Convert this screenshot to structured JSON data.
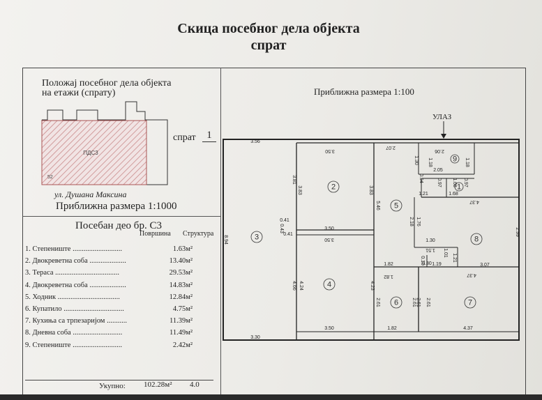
{
  "title": {
    "line1": "Скица посебног дела објекта",
    "line2": "спрат"
  },
  "location": {
    "line1": "Положај посебног дела објекта",
    "line2": "на етажи (спрату)",
    "part_label": "ПДС3",
    "corner_num": "52",
    "street": "ул. Душана Максина",
    "scale": "Приближна размера 1:1000"
  },
  "floor": {
    "label": "спрат",
    "value": "1"
  },
  "part": {
    "heading": "Посебан део бр. С3",
    "col_area": "Површина",
    "col_structure": "Структура",
    "rooms": [
      {
        "name": "1. Степениште ...........................",
        "area": "1.63м²"
      },
      {
        "name": "2. Двокреветна соба ....................",
        "area": "13.40м²"
      },
      {
        "name": "3. Тераса ...................................",
        "area": "29.53м²"
      },
      {
        "name": "4. Двокреветна соба ....................",
        "area": "14.83м²"
      },
      {
        "name": "5. Ходник ..................................",
        "area": "12.84м²"
      },
      {
        "name": "6. Купатило .................................",
        "area": "4.75м²"
      },
      {
        "name": "7. Кухиња са трпезаријом ...........",
        "area": "11.39м²"
      },
      {
        "name": "8. Дневна соба ...........................",
        "area": "11.49м²"
      },
      {
        "name": "9. Степениште ...........................",
        "area": "2.42м²"
      }
    ],
    "total_label": "Укупно:",
    "total_value": "102.28м²",
    "total_structure": "4.0"
  },
  "plan": {
    "scale": "Приближна размера 1:100",
    "entrance": "УЛАЗ",
    "room_numbers": [
      "1",
      "2",
      "3",
      "4",
      "5",
      "6",
      "7",
      "8",
      "9"
    ],
    "dims": [
      "3.56",
      "3.50",
      "2.07",
      "2.06",
      "1.30",
      "1.18",
      "1.18",
      "2.05",
      "0.94",
      "0.97",
      "1.68",
      "0.97",
      "1.21",
      "1.68",
      "4.37",
      "3.81",
      "3.83",
      "3.83",
      "5.46",
      "8.94",
      "0.41",
      "0.43",
      "0.41",
      "3.50",
      "3.50",
      "2.18",
      "1.76",
      "1.30",
      "1.51",
      "1.01",
      "1.21",
      "2.99",
      "1.82",
      "1.82",
      "0.10",
      "0.30",
      "1.19",
      "3.07",
      "4.37",
      "4.66",
      "4.24",
      "4.23",
      "2.61",
      "2.61",
      "2.61",
      "2.61",
      "3.50",
      "1.82",
      "4.37",
      "3.30"
    ]
  }
}
